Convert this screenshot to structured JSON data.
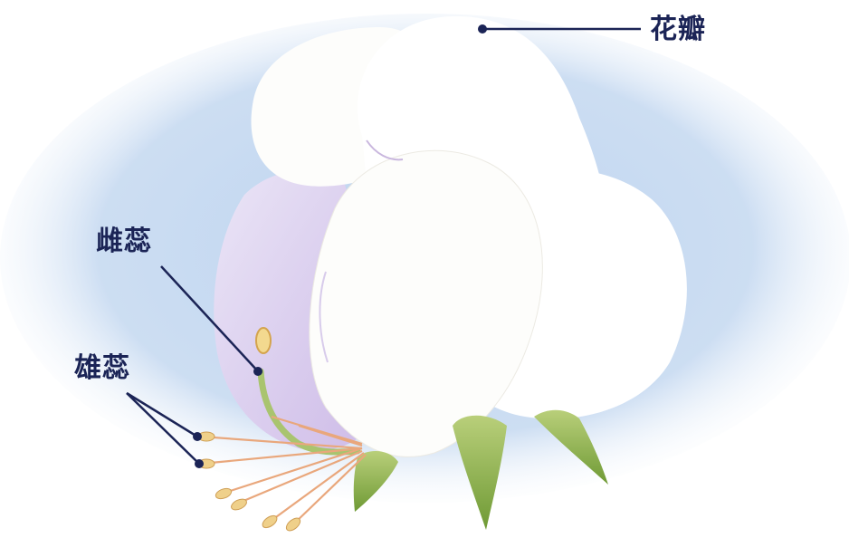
{
  "labels": {
    "petal": "花瓣",
    "pistil": "雌蕊",
    "stamen": "雄蕊"
  },
  "colors": {
    "background_blue": "#bcd3ef",
    "petal_white": "#fdfdfb",
    "petal_lilac": "#d8c6ea",
    "sepal_green": "#8fb24a",
    "filament_orange": "#e9a77c",
    "anther_yellow": "#efd08a",
    "leader_line": "#1b2456"
  }
}
